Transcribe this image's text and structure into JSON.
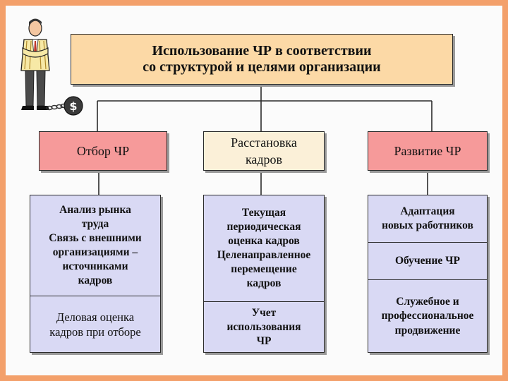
{
  "title": "Использование ЧР в соответствии\nсо структурой и целями организации",
  "dollar_sign": "$",
  "columns": [
    {
      "header": "Отбор ЧР",
      "items": [
        "Анализ рынка\nтруда\nСвязь с внешними\nорганизациями –\nисточниками\nкадров",
        "Деловая оценка\nкадров при отборе"
      ]
    },
    {
      "header": "Расстановка\nкадров",
      "items": [
        "Текущая\nпериодическая\nоценка кадров\nЦеленаправленное\nперемещение\nкадров",
        "Учет\nиспользования\nЧР"
      ]
    },
    {
      "header": "Развитие ЧР",
      "items": [
        "Адаптация\nновых работников",
        "Обучение ЧР",
        "Служебное и\nпрофессиональное\nпродвижение"
      ]
    }
  ],
  "colors": {
    "border": "#f3a06b",
    "title_box": "#fcd9a6",
    "header_pink": "#f69a9a",
    "header_cream": "#fbf0d8",
    "item_box": "#d9d9f4"
  }
}
